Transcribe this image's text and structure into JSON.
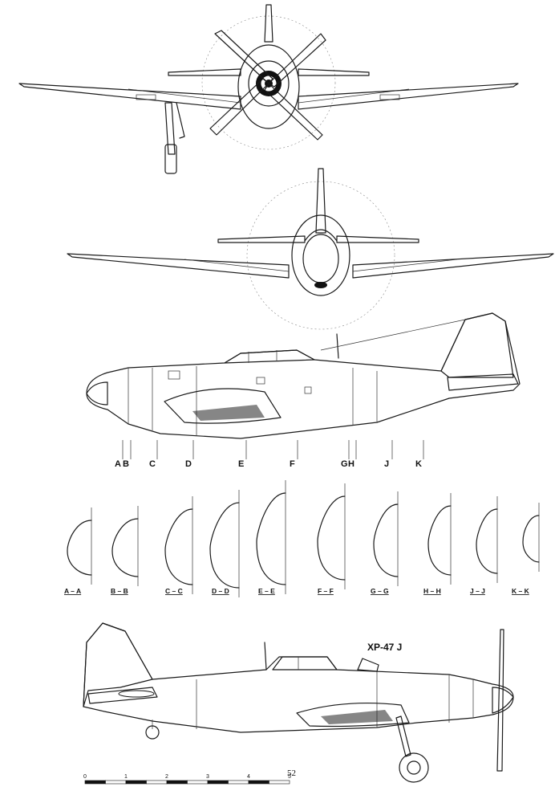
{
  "model_label": "XP-47 J",
  "page_number": "52",
  "station_labels": [
    "A",
    "B",
    "C",
    "D",
    "E",
    "F",
    "G",
    "H",
    "J",
    "K"
  ],
  "section_labels": [
    "A – A",
    "B – B",
    "C – C",
    "D – D",
    "E – E",
    "F – F",
    "G – G",
    "H – H",
    "J – J",
    "K – K"
  ],
  "scale_labels": [
    "0",
    "1",
    "2",
    "3",
    "4",
    "5"
  ],
  "views": [
    "front-view",
    "rear-view",
    "left-side-view",
    "cross-sections",
    "right-side-view",
    "scale-bar"
  ]
}
